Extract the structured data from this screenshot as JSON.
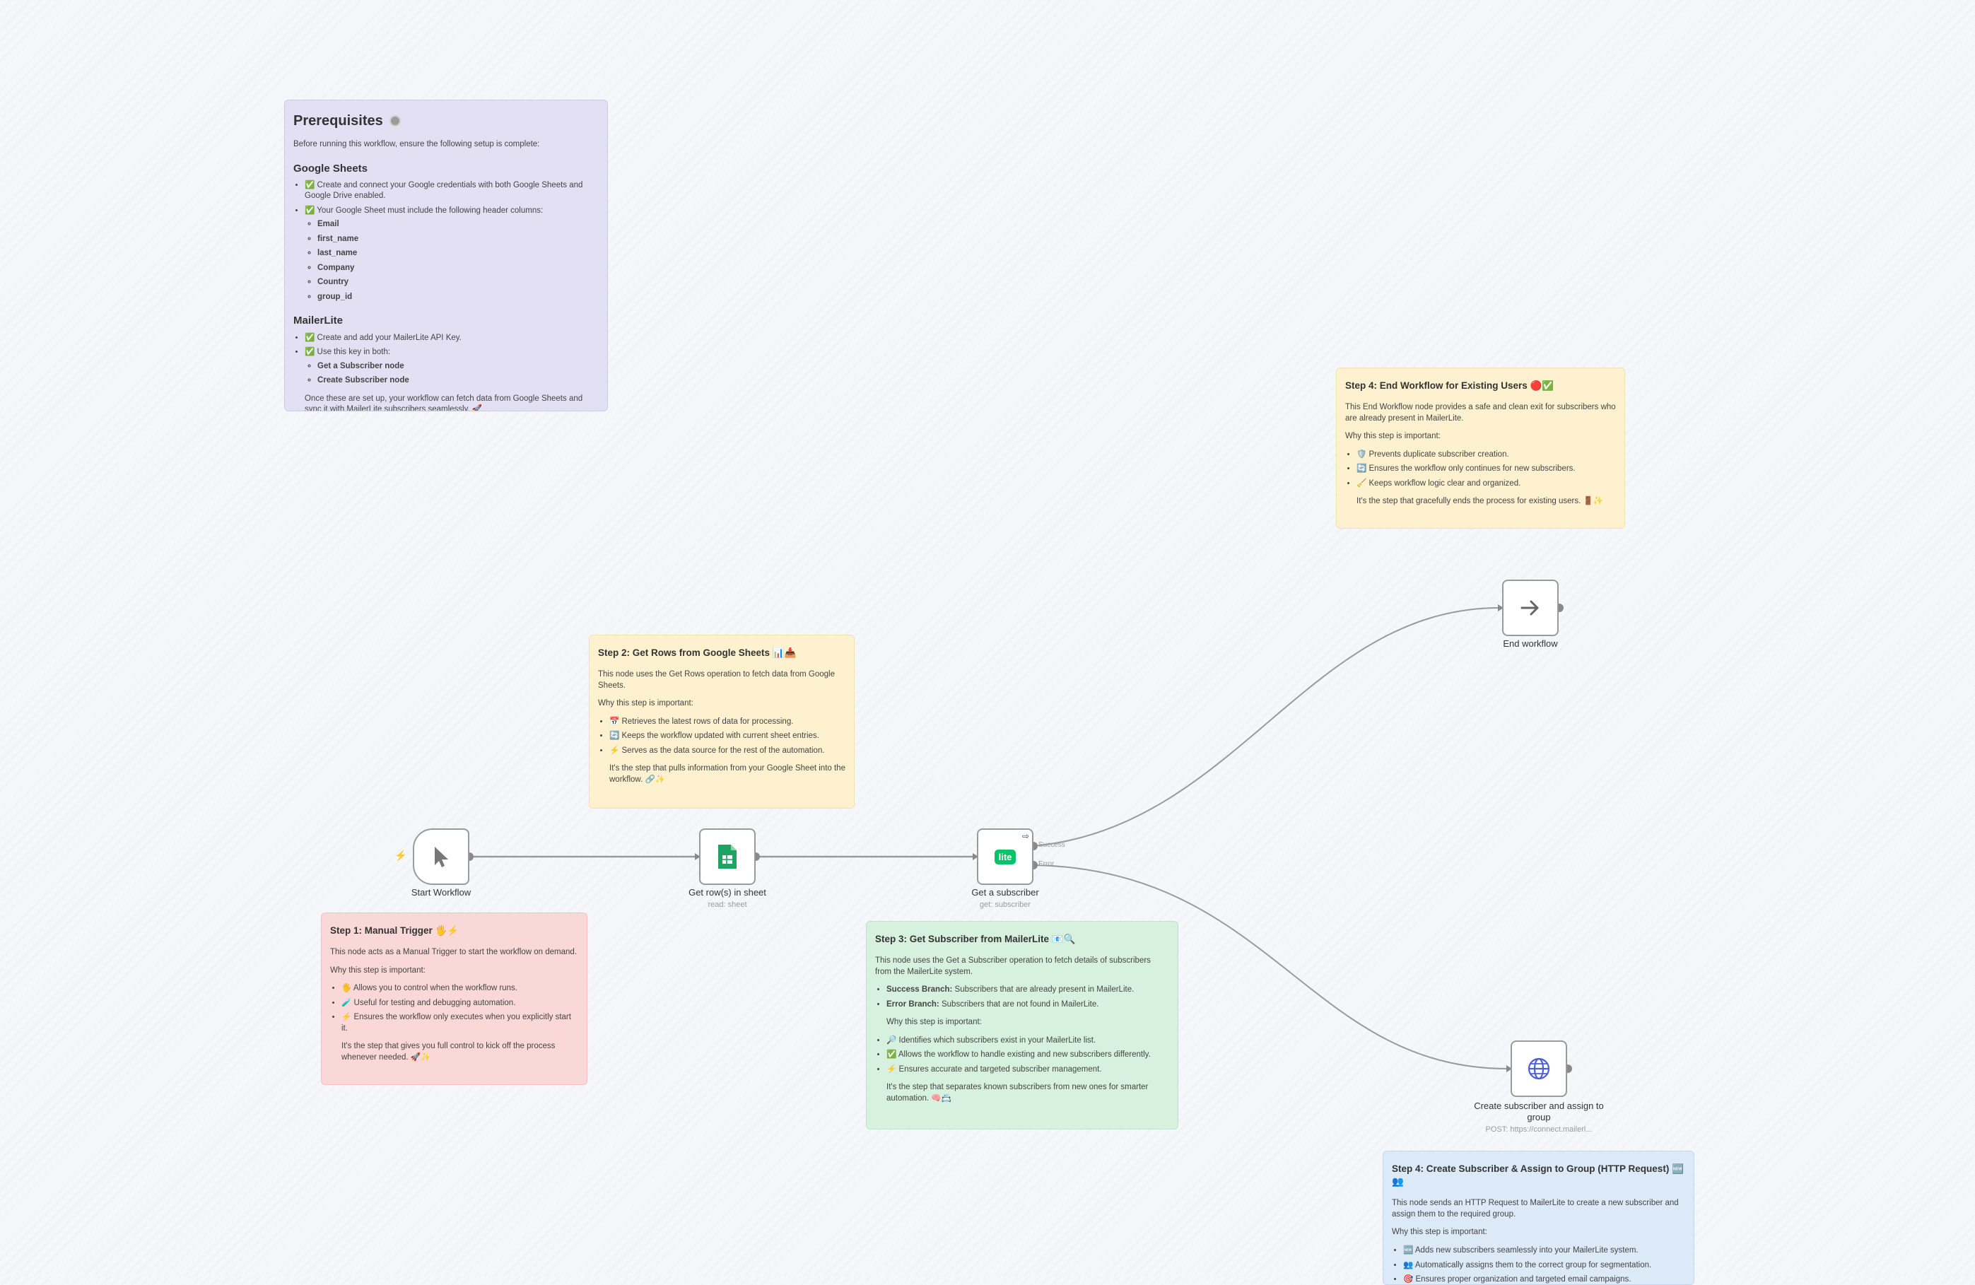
{
  "prerequisites": {
    "title": "Prerequisites",
    "title_icon": "gear-icon",
    "intro": "Before running this workflow, ensure the following setup is complete:",
    "google_sheets": {
      "heading": "Google Sheets",
      "item1": "✅ Create and connect your Google credentials with both Google Sheets and Google Drive enabled.",
      "item2": "✅ Your Google Sheet must include the following header columns:",
      "columns": [
        "Email",
        "first_name",
        "last_name",
        "Company",
        "Country",
        "group_id"
      ]
    },
    "mailerlite": {
      "heading": "MailerLite",
      "item1": "✅ Create and add your MailerLite API Key.",
      "item2": "✅ Use this key in both:",
      "nodes": [
        "Get a Subscriber node",
        "Create Subscriber node"
      ]
    },
    "closing": "Once these are set up, your workflow can fetch data from Google Sheets and sync it with MailerLite subscribers seamlessly. 🚀"
  },
  "step1": {
    "title": "Step 1: Manual Trigger 🖐️⚡",
    "intro": "This node acts as a Manual Trigger to start the workflow on demand.",
    "why": "Why this step is important:",
    "bullets": [
      "🖐️ Allows you to control when the workflow runs.",
      "🧪 Useful for testing and debugging automation.",
      "⚡ Ensures the workflow only executes when you explicitly start it."
    ],
    "closing": "It's the step that gives you full control to kick off the process whenever needed. 🚀✨"
  },
  "step2": {
    "title": "Step 2: Get Rows from Google Sheets 📊📥",
    "intro": "This node uses the Get Rows operation to fetch data from Google Sheets.",
    "why": "Why this step is important:",
    "bullets": [
      "📅 Retrieves the latest rows of data for processing.",
      "🔄 Keeps the workflow updated with current sheet entries.",
      "⚡ Serves as the data source for the rest of the automation."
    ],
    "closing": "It's the step that pulls information from your Google Sheet into the workflow. 🔗✨"
  },
  "step3": {
    "title": "Step 3: Get Subscriber from MailerLite 📧🔍",
    "intro": "This node uses the Get a Subscriber operation to fetch details of subscribers from the MailerLite system.",
    "branches": [
      {
        "label": "Success Branch:",
        "text": "Subscribers that are already present in MailerLite."
      },
      {
        "label": "Error Branch:",
        "text": "Subscribers that are not found in MailerLite."
      }
    ],
    "why": "Why this step is important:",
    "bullets": [
      "🔎 Identifies which subscribers exist in your MailerLite list.",
      "✅ Allows the workflow to handle existing and new subscribers differently.",
      "⚡ Ensures accurate and targeted subscriber management."
    ],
    "closing": "It's the step that separates known subscribers from new ones for smarter automation. 🧠📇"
  },
  "step4_end": {
    "title": "Step 4: End Workflow for Existing Users 🔴✅",
    "intro": "This End Workflow node provides a safe and clean exit for subscribers who are already present in MailerLite.",
    "why": "Why this step is important:",
    "bullets": [
      "🛡️ Prevents duplicate subscriber creation.",
      "🔄 Ensures the workflow only continues for new subscribers.",
      "🧹 Keeps workflow logic clear and organized."
    ],
    "closing": "It's the step that gracefully ends the process for existing users. 🚪✨"
  },
  "step4_create": {
    "title": "Step 4: Create Subscriber & Assign to Group (HTTP Request) 🆕👥",
    "intro": "This node sends an HTTP Request to MailerLite to create a new subscriber and assign them to the required group.",
    "why": "Why this step is important:",
    "bullets": [
      "🆕 Adds new subscribers seamlessly into your MailerLite system.",
      "👥 Automatically assigns them to the correct group for segmentation.",
      "🎯 Ensures proper organization and targeted email campaigns."
    ]
  },
  "nodes": {
    "start": {
      "label": "Start Workflow",
      "icon": "cursor-icon"
    },
    "sheet": {
      "label": "Get row(s) in sheet",
      "sub": "read: sheet",
      "icon": "google-sheets-icon"
    },
    "subscriber": {
      "label": "Get a subscriber",
      "sub": "get: subscriber",
      "icon": "mailerlite-icon",
      "icon_text": "lite",
      "success": "Success",
      "error": "Error"
    },
    "end": {
      "label": "End workflow",
      "icon": "arrow-right-icon"
    },
    "create": {
      "label": "Create subscriber and assign to group",
      "sub": "POST: https://connect.mailerl...",
      "icon": "globe-icon"
    }
  },
  "colors": {
    "purple_note": "#e3e0f3",
    "yellow_note": "#fdf1cf",
    "red_note": "#fbd8d8",
    "green_note": "#d7f1df",
    "blue_note": "#dce9f7",
    "connector": "#9a9a9a",
    "sheets_green": "#1ea362",
    "mailerlite_green": "#09c269",
    "http_blue": "#4a5fd6"
  }
}
